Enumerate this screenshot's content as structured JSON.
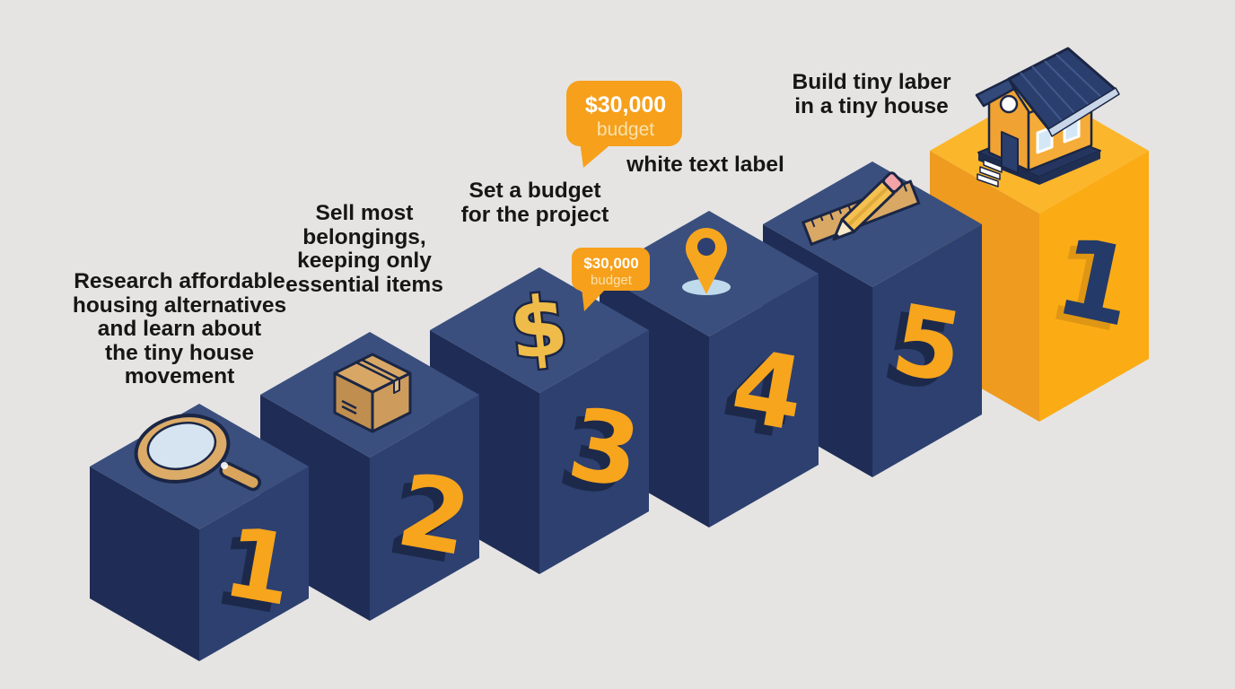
{
  "title": "Tiny house steps infographic",
  "palette": {
    "background": "#E5E4E2",
    "navy_dark": "#1F2C55",
    "navy_mid": "#2D4070",
    "navy_top": "#3A4F7E",
    "navy_outline": "#1B2645",
    "number_orange": "#F7A51D",
    "number_shadow": "#1A2544",
    "yellow_front": "#FBAC15",
    "yellow_side": "#EE9B20",
    "yellow_top": "#FCB62B",
    "yellow_number": "#243A68",
    "yellow_number_shadow": "#DD9414",
    "bubble_orange": "#F6A01C",
    "bubble_amount_color": "#FFFFFF",
    "bubble_caption_color": "#F9E2AC",
    "label_text": "#161616",
    "lens_blue": "#D5E4F0",
    "tan": "#D9A864",
    "pin_orange": "#F7A71F",
    "pin_shadow_blue": "#BFDAEC",
    "pencil_yellow": "#F4C050",
    "eraser_pink": "#F2A3A8",
    "dollar_gold": "#EFBC49",
    "box_top": "#D8A765",
    "box_left": "#C08E4F",
    "box_right": "#CD9C5D",
    "house_body": "#F0A232",
    "house_body_light": "#F5AC38",
    "house_roof": "#2B3F6E",
    "house_window": "#D3E7F6",
    "house_base": "#24365F",
    "step_white": "#FFFFFF"
  },
  "labels": [
    {
      "name": "step-1-label",
      "lines": [
        "Research affordable",
        "housing alternatives",
        "and learn about",
        "the tiny house",
        "movement"
      ]
    },
    {
      "name": "step-2-label",
      "lines": [
        "Sell most",
        "belongings,",
        "keeping only",
        "essential items"
      ]
    },
    {
      "name": "step-3-label",
      "lines": [
        "Set a budget",
        "for the project"
      ]
    },
    {
      "name": "step-4-label",
      "lines": [
        "white text label"
      ]
    },
    {
      "name": "step-5-label",
      "lines": [
        "Build tiny laber",
        "in a tiny house"
      ]
    }
  ],
  "bubbles": {
    "large": {
      "amount": "$30,000",
      "caption": "budget"
    },
    "small": {
      "amount": "$30,000",
      "caption": "budget"
    }
  },
  "steps": [
    {
      "number": "1",
      "icon": "magnifier-icon"
    },
    {
      "number": "2",
      "icon": "box-icon"
    },
    {
      "number": "3",
      "icon": "dollar-icon",
      "icon_glyph": "$"
    },
    {
      "number": "4",
      "icon": "location-pin-icon"
    },
    {
      "number": "5",
      "icon": "ruler-pencil-icon"
    },
    {
      "number": "1",
      "icon": "house-icon"
    }
  ]
}
